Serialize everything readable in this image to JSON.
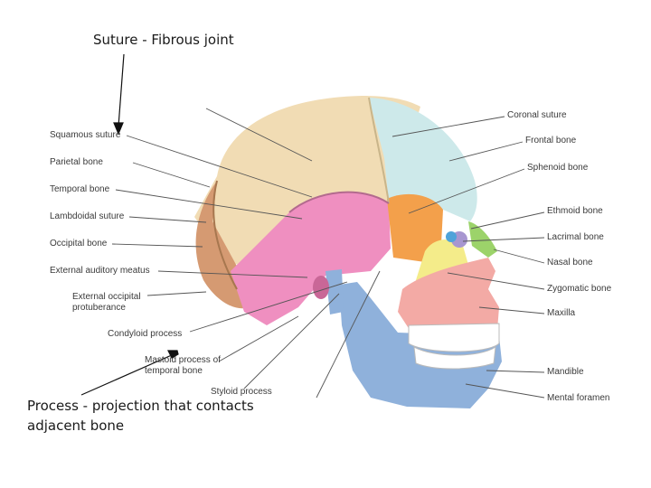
{
  "notes": {
    "suture": "Suture - Fibrous joint",
    "process_line1": "Process - projection that contacts",
    "process_line2": "adjacent bone"
  },
  "labels_left": [
    "Squamous suture",
    "Parietal bone",
    "Temporal bone",
    "Lambdoidal suture",
    "Occipital bone",
    "External auditory meatus",
    "External occipital protuberance",
    "Condyloid process",
    "Mastoid process of temporal bone",
    "Styloid process"
  ],
  "labels_right": [
    "Coronal suture",
    "Frontal bone",
    "Sphenoid bone",
    "Ethmoid bone",
    "Lacrimal bone",
    "Nasal bone",
    "Zygomatic bone",
    "Maxilla",
    "Mandible",
    "Mental foramen"
  ],
  "bone_colors": {
    "parietal": "#f1dcb4",
    "frontal": "#cde9ea",
    "temporal": "#ef8fc0",
    "occipital": "#d59a72",
    "sphenoid": "#f3a04b",
    "zygomatic": "#f4ec8a",
    "maxilla": "#f3aaa5",
    "mandible": "#8fb1db",
    "nasal": "#9cd36a",
    "lacrimal": "#a796d0",
    "ethmoid": "#4fa3d9",
    "teeth": "#ffffff"
  }
}
